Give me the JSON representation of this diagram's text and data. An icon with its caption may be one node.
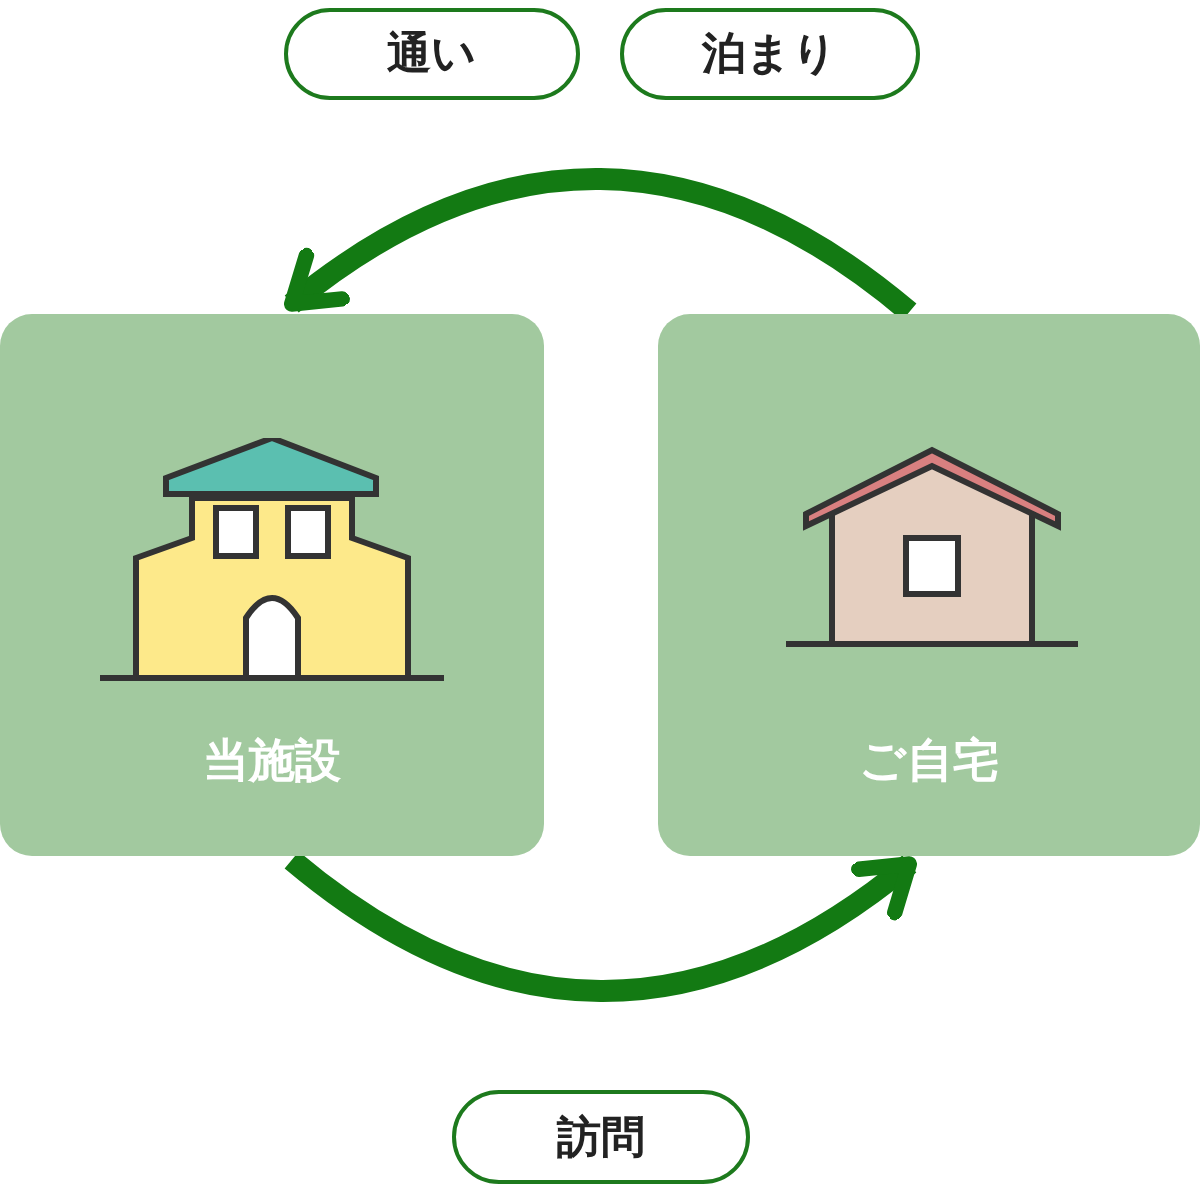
{
  "diagram": {
    "nodes": [
      {
        "text": [
          "当施設"
        ]
      },
      {
        "text": [
          "ご自宅"
        ]
      }
    ],
    "edges": [
      {
        "from": 1,
        "to": 0,
        "arrow": "to"
      },
      {
        "from": 0,
        "to": 1,
        "arrow": "to"
      }
    ],
    "labels": [
      "通い",
      "泊まり",
      "訪問"
    ]
  }
}
